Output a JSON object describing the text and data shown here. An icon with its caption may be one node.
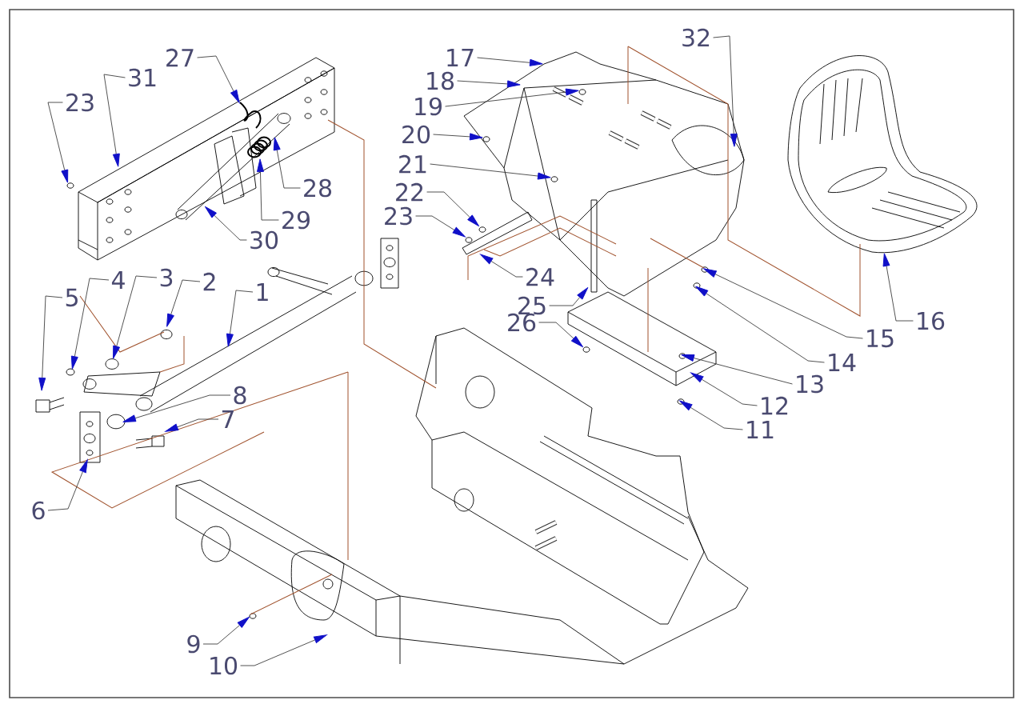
{
  "diagram": {
    "nodes": [
      {
        "text": [
          "32"
        ]
      },
      {
        "text": [
          "27"
        ]
      },
      {
        "text": [
          "17"
        ]
      },
      {
        "text": [
          "31"
        ]
      },
      {
        "text": [
          "18"
        ]
      },
      {
        "text": [
          "23"
        ]
      },
      {
        "text": [
          "19"
        ]
      },
      {
        "text": [
          "20"
        ]
      },
      {
        "text": [
          "21"
        ]
      },
      {
        "text": [
          "28"
        ]
      },
      {
        "text": [
          "22"
        ]
      },
      {
        "text": [
          "23"
        ]
      },
      {
        "text": [
          "29"
        ]
      },
      {
        "text": [
          "30"
        ]
      },
      {
        "text": [
          "24"
        ]
      },
      {
        "text": [
          "3"
        ]
      },
      {
        "text": [
          "4"
        ]
      },
      {
        "text": [
          "2"
        ]
      },
      {
        "text": [
          "1"
        ]
      },
      {
        "text": [
          "5"
        ]
      },
      {
        "text": [
          "25"
        ]
      },
      {
        "text": [
          "16"
        ]
      },
      {
        "text": [
          "26"
        ]
      },
      {
        "text": [
          "15"
        ]
      },
      {
        "text": [
          "14"
        ]
      },
      {
        "text": [
          "13"
        ]
      },
      {
        "text": [
          "8"
        ]
      },
      {
        "text": [
          "12"
        ]
      },
      {
        "text": [
          "7"
        ]
      },
      {
        "text": [
          "11"
        ]
      },
      {
        "text": [
          "6"
        ]
      },
      {
        "text": [
          "9"
        ]
      },
      {
        "text": [
          "10"
        ]
      }
    ],
    "edges": [
      {
        "from": 0,
        "to": null,
        "arrow": "to"
      },
      {
        "from": 1,
        "to": null,
        "arrow": "to"
      },
      {
        "from": 2,
        "to": null,
        "arrow": "to"
      },
      {
        "from": 3,
        "to": null,
        "arrow": "to"
      },
      {
        "from": 4,
        "to": null,
        "arrow": "to"
      },
      {
        "from": 5,
        "to": null,
        "arrow": "to"
      },
      {
        "from": 6,
        "to": null,
        "arrow": "to"
      },
      {
        "from": 7,
        "to": null,
        "arrow": "to"
      },
      {
        "from": 8,
        "to": null,
        "arrow": "to"
      },
      {
        "from": 9,
        "to": null,
        "arrow": "to"
      },
      {
        "from": 10,
        "to": null,
        "arrow": "to"
      },
      {
        "from": 11,
        "to": null,
        "arrow": "to"
      },
      {
        "from": 12,
        "to": null,
        "arrow": "to"
      },
      {
        "from": 13,
        "to": null,
        "arrow": "to"
      },
      {
        "from": 14,
        "to": null,
        "arrow": "to"
      },
      {
        "from": 15,
        "to": null,
        "arrow": "to"
      },
      {
        "from": 16,
        "to": null,
        "arrow": "to"
      },
      {
        "from": 17,
        "to": null,
        "arrow": "to"
      },
      {
        "from": 18,
        "to": null,
        "arrow": "to"
      },
      {
        "from": 19,
        "to": null,
        "arrow": "to"
      },
      {
        "from": 20,
        "to": null,
        "arrow": "to"
      },
      {
        "from": 21,
        "to": null,
        "arrow": "to"
      },
      {
        "from": 22,
        "to": null,
        "arrow": "to"
      },
      {
        "from": 23,
        "to": null,
        "arrow": "to"
      },
      {
        "from": 24,
        "to": null,
        "arrow": "to"
      },
      {
        "from": 25,
        "to": null,
        "arrow": "to"
      },
      {
        "from": 26,
        "to": null,
        "arrow": "to"
      },
      {
        "from": 27,
        "to": null,
        "arrow": "to"
      },
      {
        "from": 28,
        "to": null,
        "arrow": "to"
      },
      {
        "from": 29,
        "to": null,
        "arrow": "to"
      },
      {
        "from": 30,
        "to": null,
        "arrow": "to"
      },
      {
        "from": 31,
        "to": null,
        "arrow": "to"
      },
      {
        "from": 32,
        "to": null,
        "arrow": "to"
      }
    ]
  }
}
